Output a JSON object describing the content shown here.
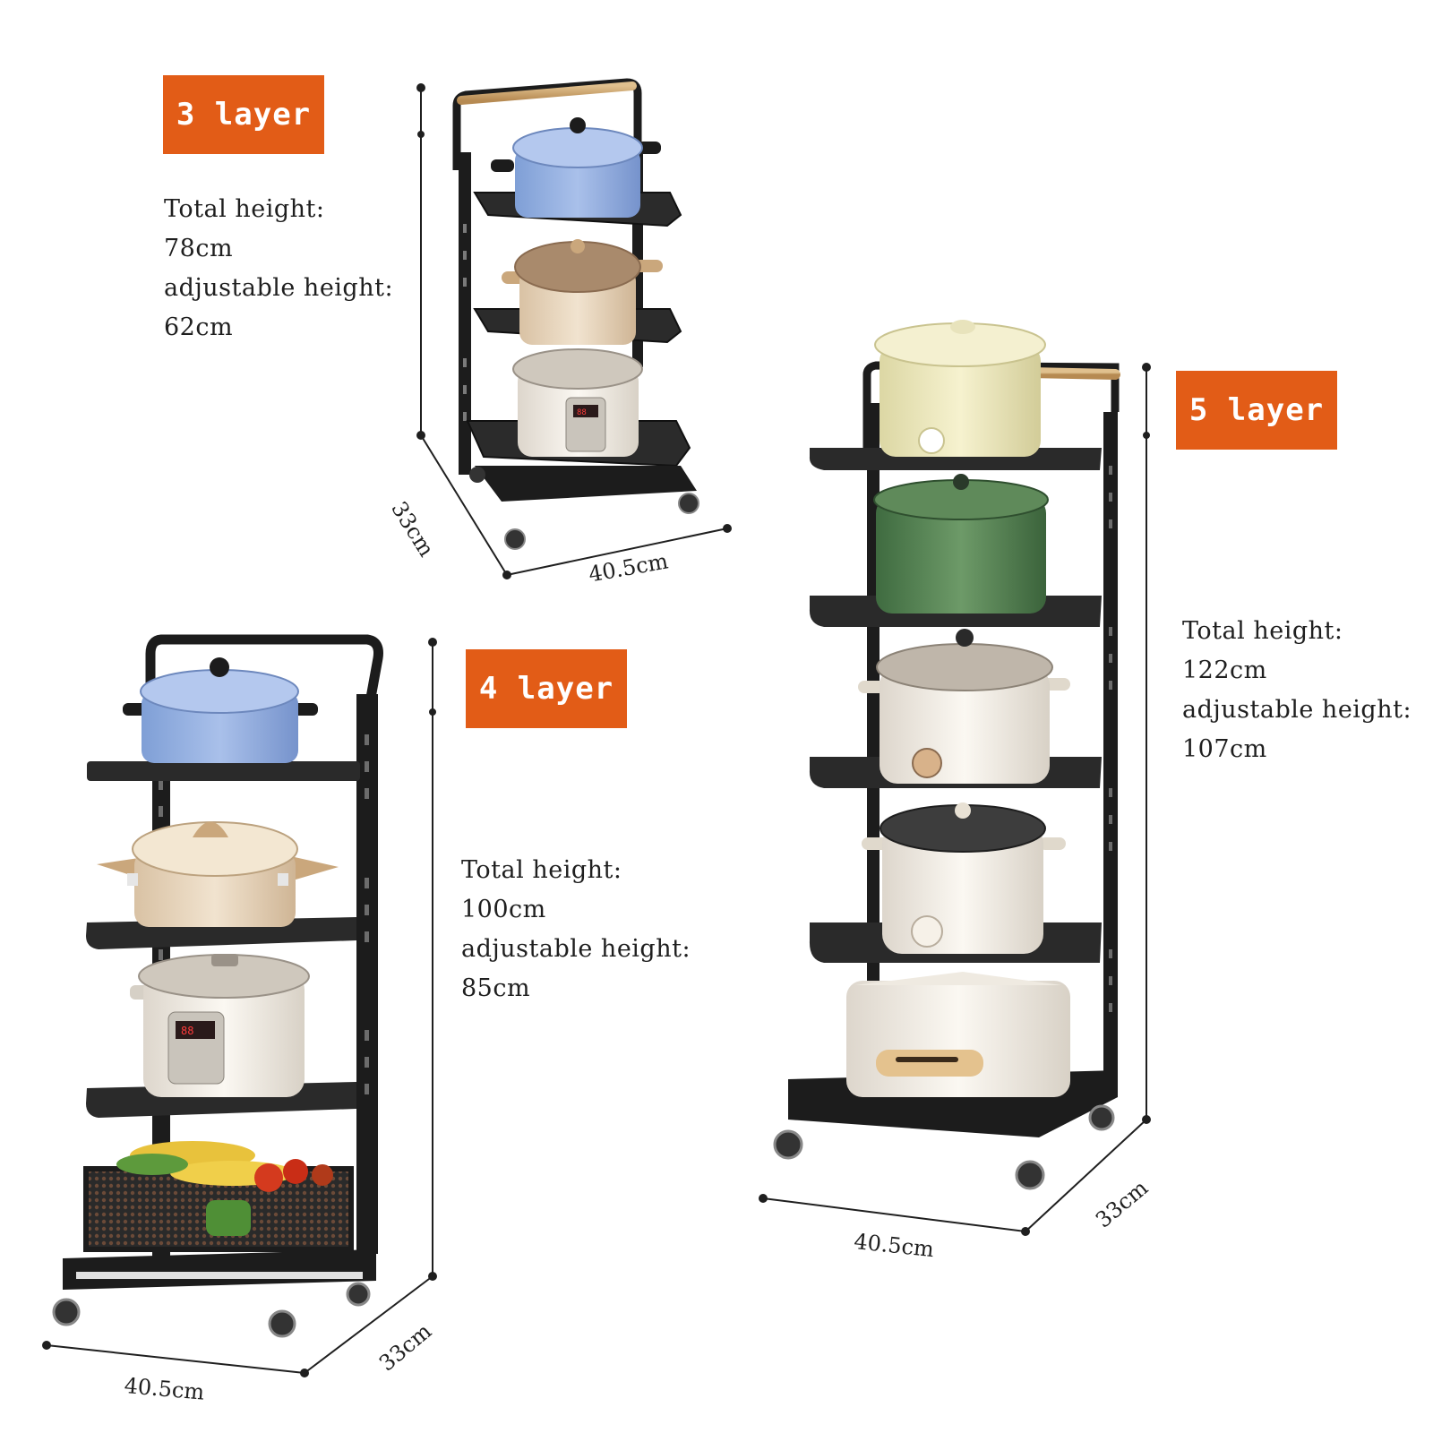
{
  "colors": {
    "badge": "#e25c17",
    "rack": "#1c1c1c",
    "handle": "#c9a26b"
  },
  "racks": [
    {
      "id": "3-layer",
      "badge": "3 layer",
      "total_height_label": "Total height:",
      "total_height": "78cm",
      "adjustable_label": "adjustable height:",
      "adjustable_height": "62cm",
      "depth": "33cm",
      "width": "40.5cm"
    },
    {
      "id": "4-layer",
      "badge": "4 layer",
      "total_height_label": "Total height:",
      "total_height": "100cm",
      "adjustable_label": "adjustable height:",
      "adjustable_height": "85cm",
      "depth": "33cm",
      "width": "40.5cm"
    },
    {
      "id": "5-layer",
      "badge": "5 layer",
      "total_height_label": "Total height:",
      "total_height": "122cm",
      "adjustable_label": "adjustable height:",
      "adjustable_height": "107cm",
      "depth": "33cm",
      "width": "40.5cm"
    }
  ]
}
